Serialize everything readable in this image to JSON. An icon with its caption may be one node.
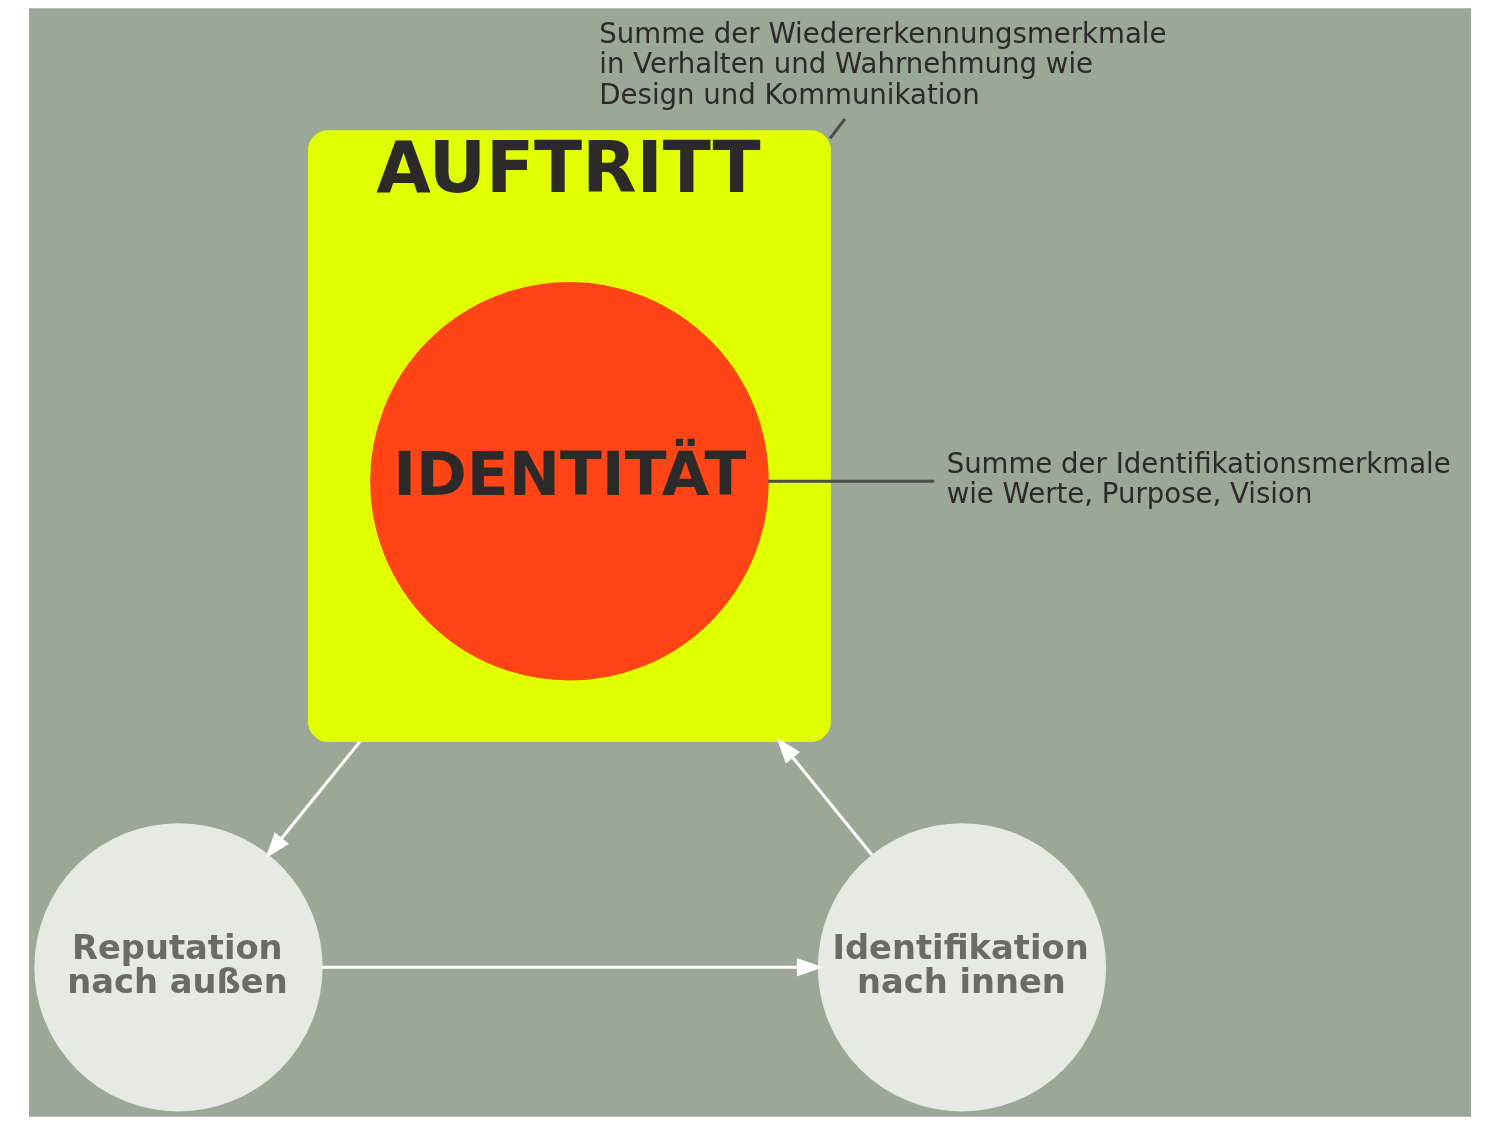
{
  "diagram": {
    "nodes": [
      {
        "text": [
          "AUFTRITT"
        ]
      },
      {
        "text": [
          "IDENTITÄT"
        ],
        "in": 0
      },
      {
        "text": [
          "Summe der Wiedererkennungsmerkmale in Verhalten und Wahrnehmung wie Design und Kommunikation"
        ]
      },
      {
        "text": [
          "Summe der Identifikationsmerkmale wie Werte, Purpose, Vision"
        ]
      },
      {
        "text": [
          "Reputation nach außen"
        ]
      },
      {
        "text": [
          "Identifikation nach innen"
        ]
      }
    ],
    "edges": [
      {
        "from": 0,
        "to": 4,
        "arrow": "to"
      },
      {
        "from": 4,
        "to": 5,
        "arrow": "to"
      },
      {
        "from": 5,
        "to": 0,
        "arrow": "to"
      },
      {
        "from": 2,
        "to": 0,
        "arrow": "none",
        "color": "#4d4d4d"
      },
      {
        "from": 3,
        "to": 1,
        "arrow": "none",
        "color": "#4d4d4d"
      }
    ]
  }
}
